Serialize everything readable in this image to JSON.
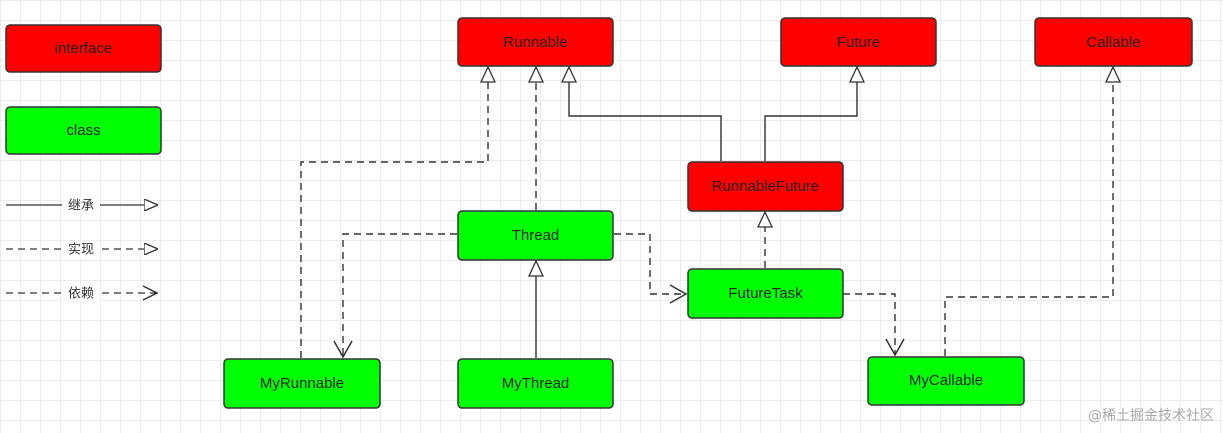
{
  "colors": {
    "interface_fill": "#ff0000",
    "class_fill": "#00ff00",
    "border": "#333333",
    "text": "#222222",
    "line": "#333333"
  },
  "legend": {
    "interface_label": "interface",
    "class_label": "class",
    "inherit_label": "继承",
    "implement_label": "实现",
    "depend_label": "依赖"
  },
  "nodes": {
    "runnable": {
      "label": "Runnable",
      "kind": "interface"
    },
    "future": {
      "label": "Future",
      "kind": "interface"
    },
    "callable": {
      "label": "Callable",
      "kind": "interface"
    },
    "runnable_future": {
      "label": "RunnableFuture",
      "kind": "interface"
    },
    "thread": {
      "label": "Thread",
      "kind": "class"
    },
    "future_task": {
      "label": "FutureTask",
      "kind": "class"
    },
    "my_runnable": {
      "label": "MyRunnable",
      "kind": "class"
    },
    "my_thread": {
      "label": "MyThread",
      "kind": "class"
    },
    "my_callable": {
      "label": "MyCallable",
      "kind": "class"
    }
  },
  "relations": [
    {
      "from": "runnable_future",
      "to": "runnable",
      "type": "inherit"
    },
    {
      "from": "runnable_future",
      "to": "future",
      "type": "inherit"
    },
    {
      "from": "my_thread",
      "to": "thread",
      "type": "inherit"
    },
    {
      "from": "thread",
      "to": "runnable",
      "type": "implement"
    },
    {
      "from": "my_runnable",
      "to": "runnable",
      "type": "implement"
    },
    {
      "from": "future_task",
      "to": "runnable_future",
      "type": "implement"
    },
    {
      "from": "my_callable",
      "to": "callable",
      "type": "implement"
    },
    {
      "from": "thread",
      "to": "my_runnable",
      "type": "depend"
    },
    {
      "from": "thread",
      "to": "future_task",
      "type": "depend"
    },
    {
      "from": "future_task",
      "to": "my_callable",
      "type": "depend"
    }
  ],
  "watermark": "@稀土掘金技术社区"
}
